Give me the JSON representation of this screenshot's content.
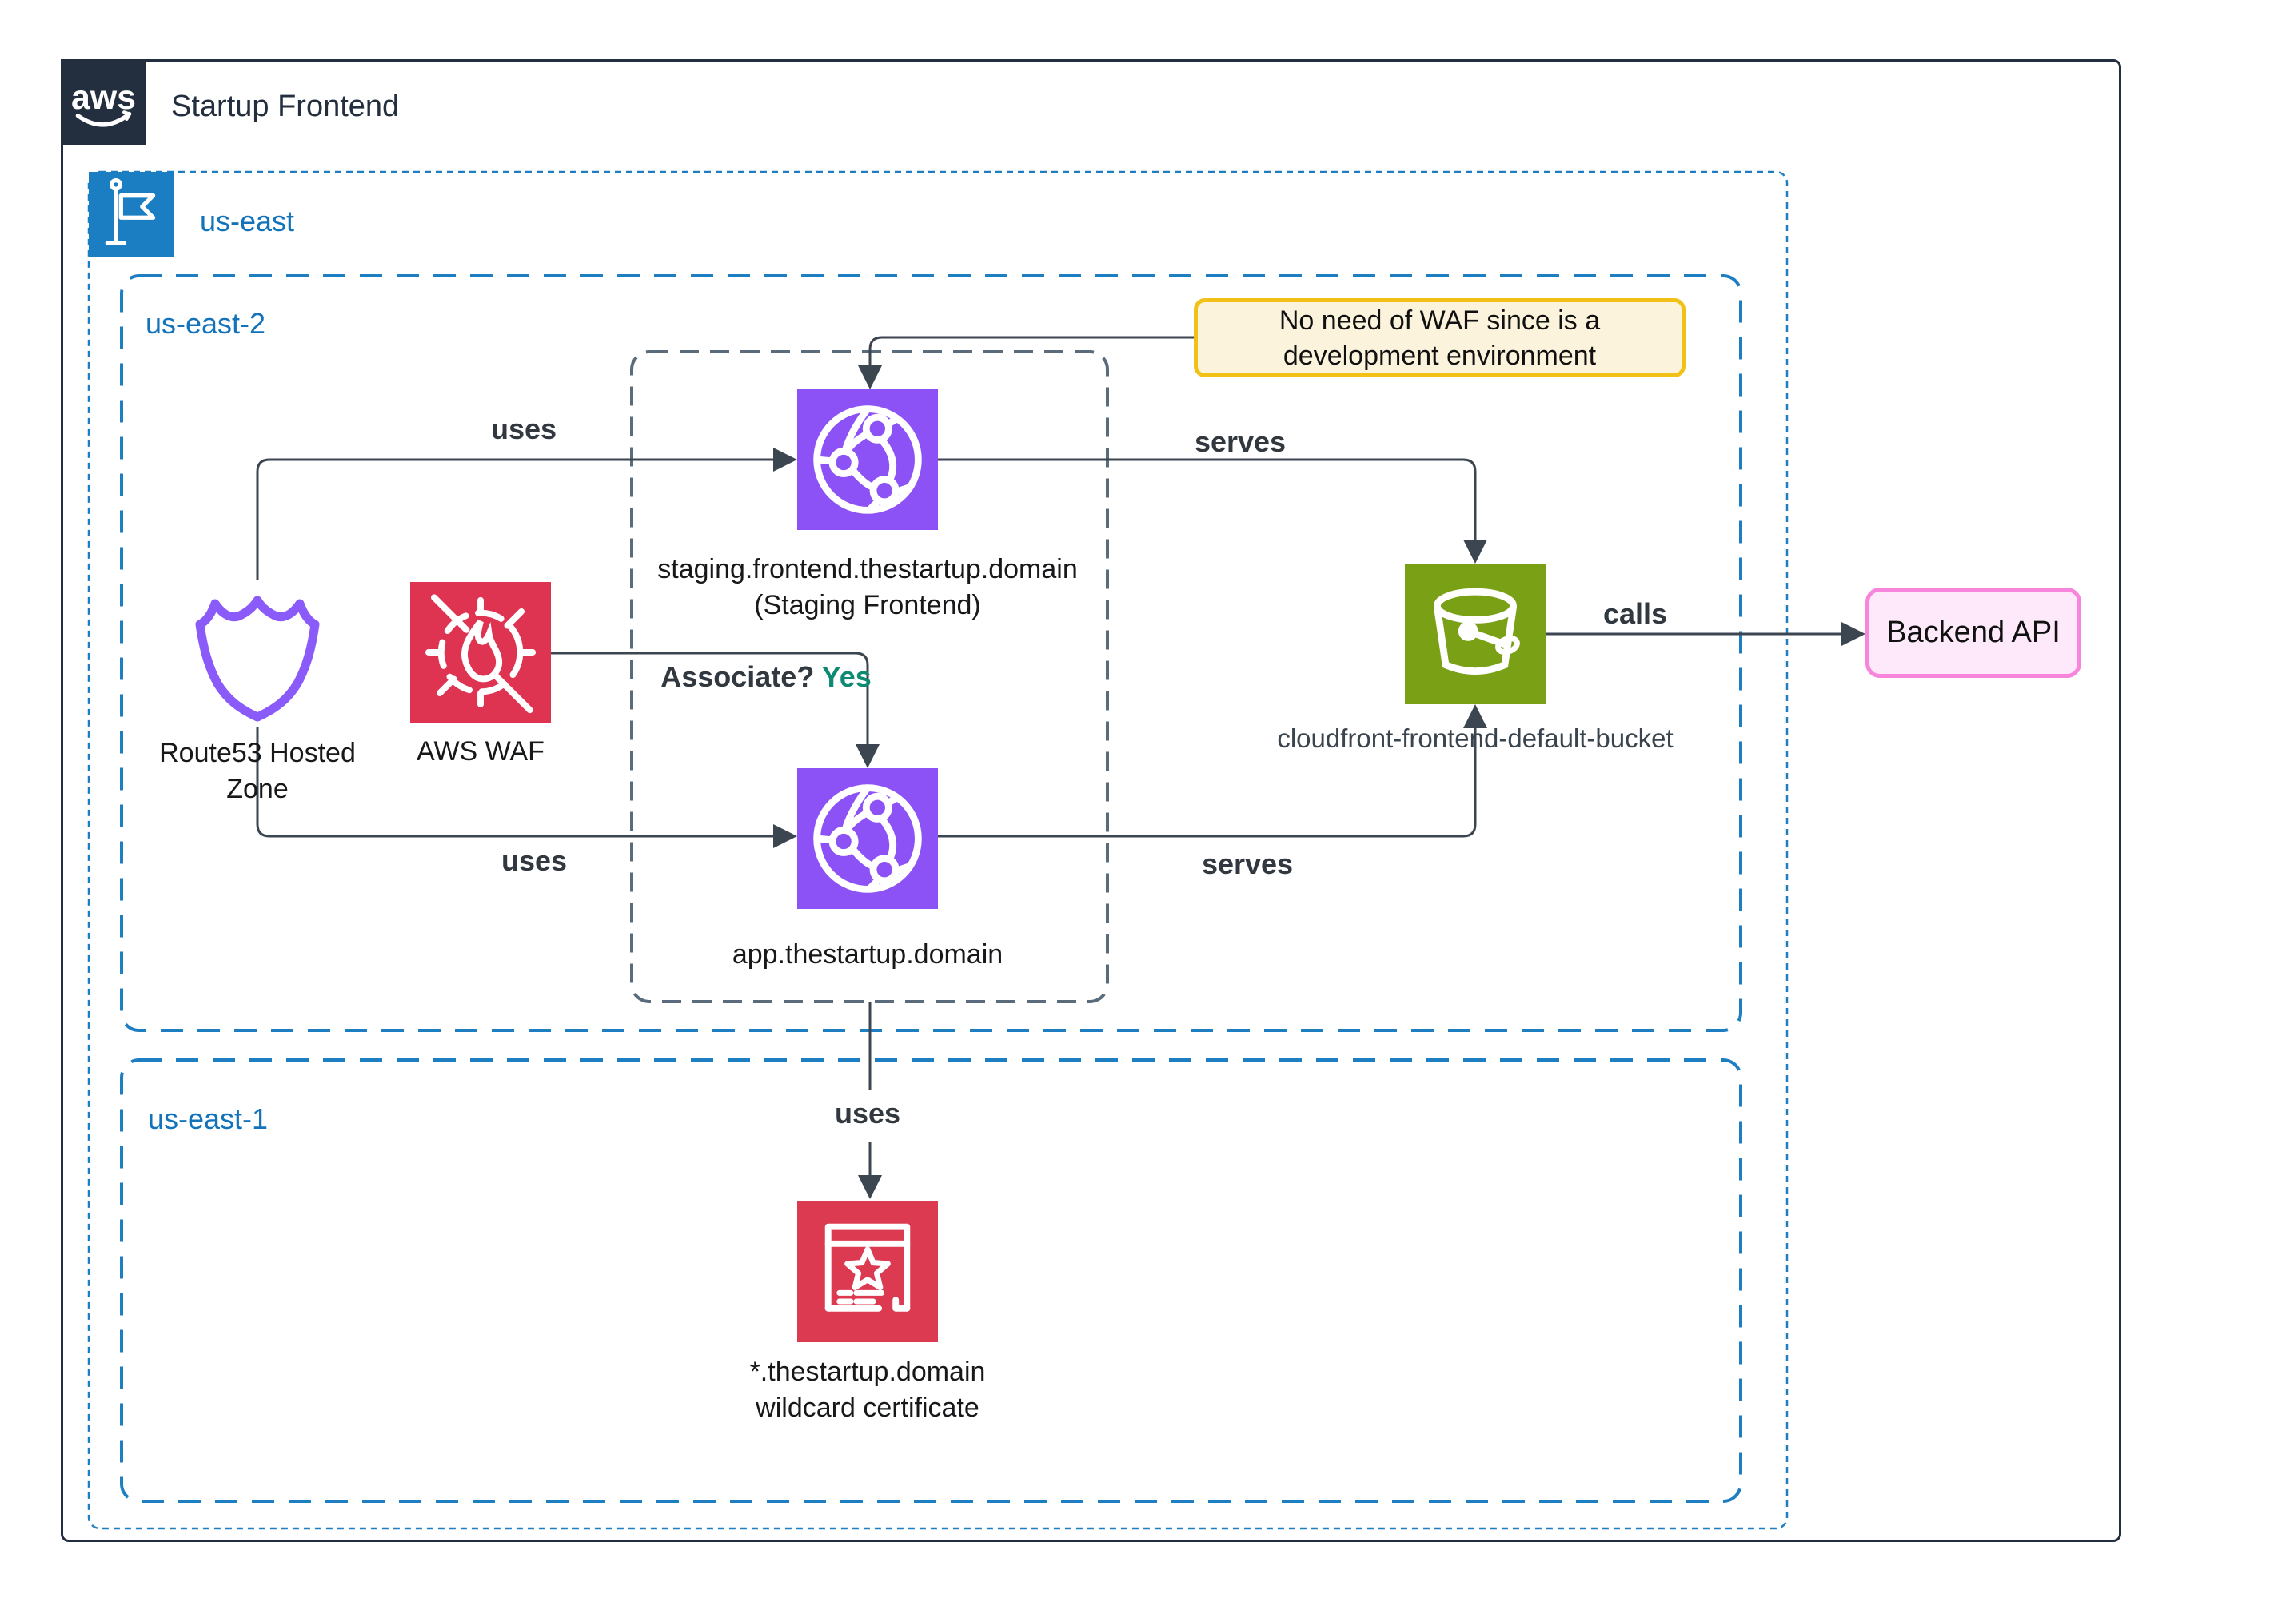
{
  "header": {
    "logo_text": "aws",
    "title": "Startup Frontend"
  },
  "regions": {
    "us_east": {
      "label": "us-east"
    },
    "us_east_2": {
      "label": "us-east-2"
    },
    "us_east_1": {
      "label": "us-east-1"
    }
  },
  "note": {
    "text": "No need of WAF since is a development environment"
  },
  "nodes": {
    "route53": {
      "label_line1": "Route53 Hosted",
      "label_line2": "Zone",
      "icon": "route53-hosted-zone-shield-icon"
    },
    "waf": {
      "label": "AWS WAF",
      "icon": "aws-waf-icon"
    },
    "staging_cloudfront": {
      "label_line1": "staging.frontend.thestartup.domain",
      "label_line2": "(Staging Frontend)",
      "icon": "cloudfront-icon"
    },
    "app_cloudfront": {
      "label": "app.thestartup.domain",
      "icon": "cloudfront-icon"
    },
    "bucket": {
      "label": "cloudfront-frontend-default-bucket",
      "icon": "s3-bucket-icon"
    },
    "backend_api": {
      "label": "Backend API"
    },
    "certificate": {
      "label_line1": "*.thestartup.domain",
      "label_line2": "wildcard certificate",
      "icon": "certificate-manager-icon"
    }
  },
  "edges": {
    "uses_top": "uses",
    "uses_bottom": "uses",
    "uses_cert": "uses",
    "serves_top": "serves",
    "serves_bottom": "serves",
    "calls": "calls",
    "associate_q": "Associate?",
    "associate_a": "Yes"
  },
  "colors": {
    "frame": "#232F3E",
    "region_border_blue": "#1E7EC2",
    "region_label_blue": "#1273BB",
    "group_border_gray": "#5A6B7B",
    "cloudfront_purple": "#8C52F5",
    "route53_purple": "#8B5BFA",
    "waf_red": "#DF3352",
    "certificate_red": "#DB3A50",
    "s3_green": "#7AA116",
    "note_bg": "#FCF3DC",
    "note_border": "#F2C117",
    "backend_bg": "#FDE9F9",
    "backend_border": "#F785DC",
    "connector": "#3C4650",
    "yes_teal": "#0E8A72"
  }
}
